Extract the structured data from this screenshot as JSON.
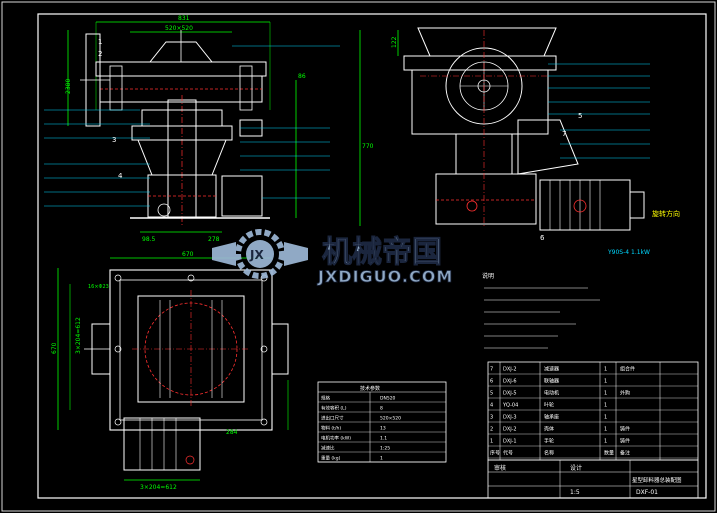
{
  "colors": {
    "background": "#000000",
    "frame": "#d9d9d9",
    "outline": "#ffffff",
    "dimension": "#00ff00",
    "hidden": "#ff3030",
    "leader": "#00d8ff",
    "text": "#ffff00",
    "watermark": "#9db8d6"
  },
  "watermark": {
    "cn": "机械帝国",
    "en": "JXDIGUO.COM",
    "logo": "JX"
  },
  "dims": {
    "top_width": "831",
    "top_inner": "520×520",
    "left_height": "2380",
    "right_height": "770",
    "right_small": "86",
    "bottom_a": "98.5",
    "bottom_b": "278",
    "right_top": "122",
    "plan_width": "670",
    "plan_height": "670",
    "plan_side": "3×204=612",
    "plan_bottom": "3×204=612",
    "plan_right": "284",
    "plan_left_small": "16×Φ23"
  },
  "balloons": [
    "1",
    "2",
    "3",
    "4",
    "5",
    "6",
    "7"
  ],
  "motor_label": "Y90S-4 1.1kW",
  "rotation_label": "旋转方向",
  "notes_title": "说明",
  "params": {
    "title": "技术参数",
    "rows": [
      [
        "规格",
        "DN520"
      ],
      [
        "有效容积 (L)",
        "8"
      ],
      [
        "进出口尺寸",
        "520×520"
      ],
      [
        "物料 (t/h)",
        "13"
      ],
      [
        "电机功率 (kW)",
        "1.1"
      ],
      [
        "减速比",
        "1:25"
      ],
      [
        "重量 (kg)",
        "1"
      ]
    ]
  },
  "bom": {
    "rows": [
      [
        "7",
        "DXJ-2",
        "减速器",
        "1",
        "组合件"
      ],
      [
        "6",
        "DXJ-6",
        "联轴器",
        "1",
        ""
      ],
      [
        "5",
        "DXJ-5",
        "电动机",
        "1",
        "外购"
      ],
      [
        "4",
        "YQ-04",
        "叶轮",
        "1",
        ""
      ],
      [
        "3",
        "DXJ-3",
        "轴承座",
        "1",
        ""
      ],
      [
        "2",
        "DXJ-2",
        "壳体",
        "1",
        "铸件"
      ],
      [
        "1",
        "DXJ-1",
        "手轮",
        "1",
        "铸件"
      ]
    ],
    "header": [
      "序号",
      "代号",
      "名称",
      "数量",
      "备注"
    ]
  },
  "title_block": {
    "name": "星型卸料器总装配图",
    "code": "DXF-01",
    "scale": "1:5",
    "label_design": "设计",
    "label_check": "审核"
  }
}
